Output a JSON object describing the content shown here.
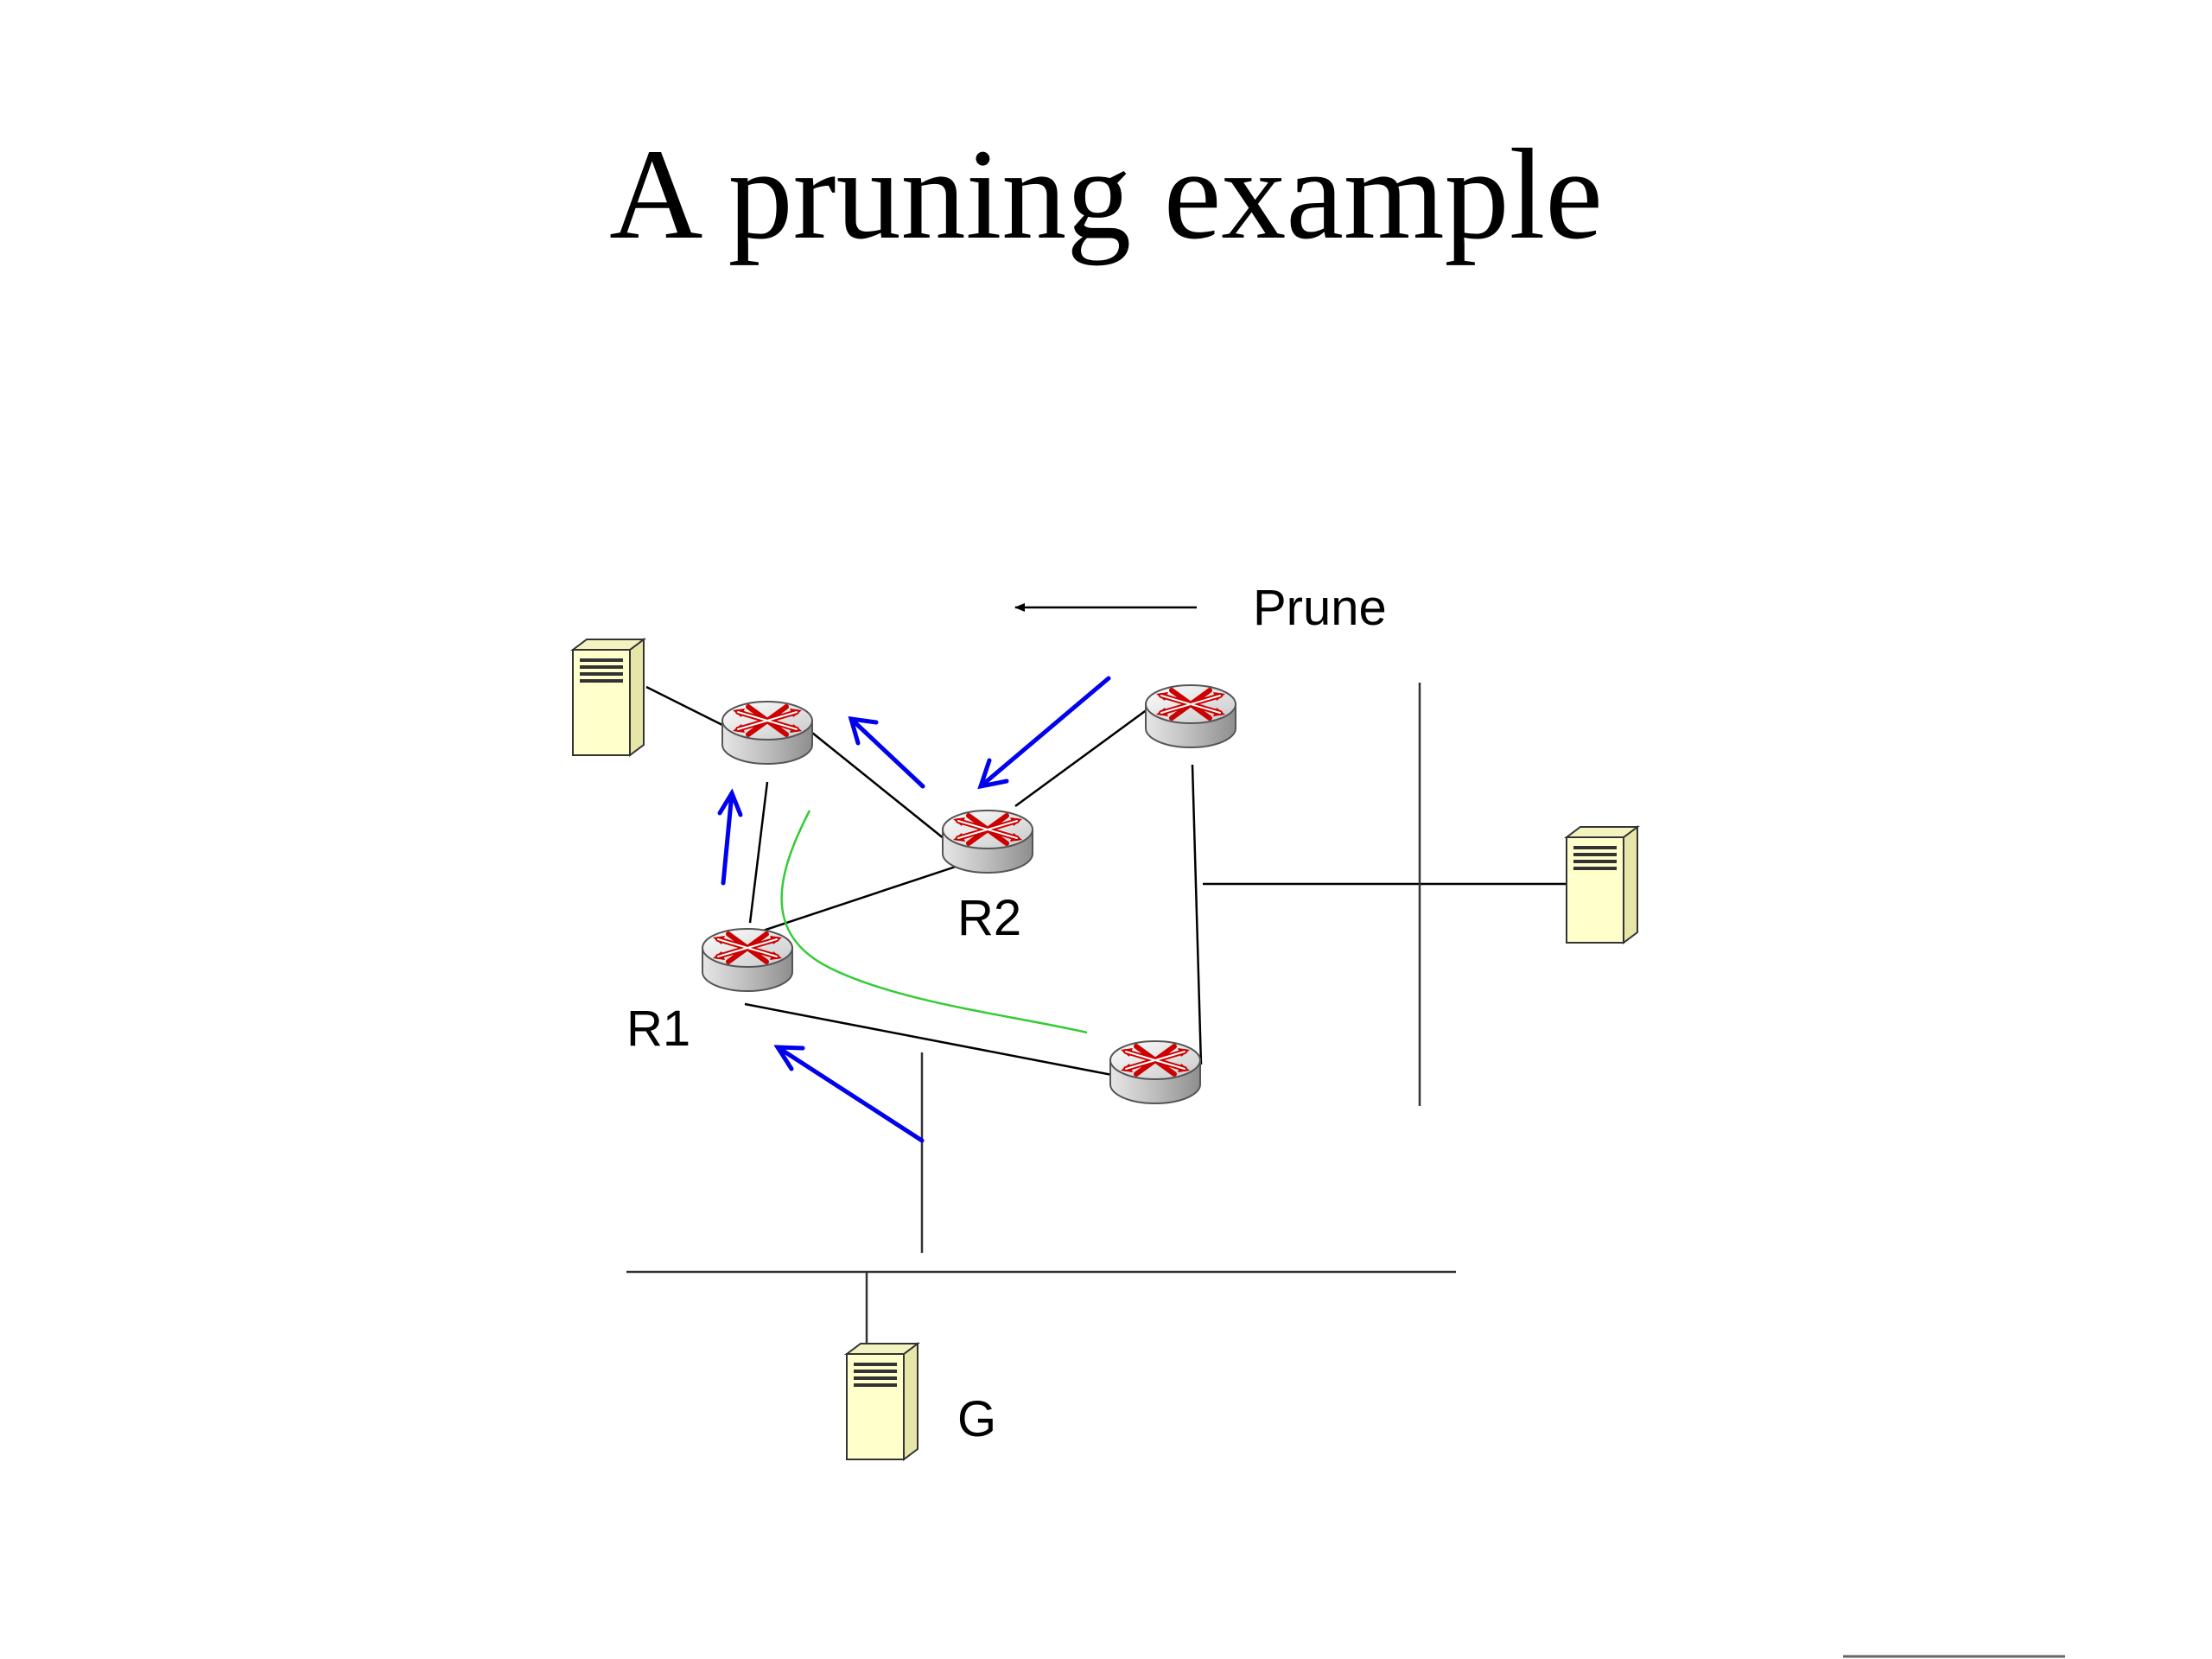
{
  "slide": {
    "title": "A pruning example"
  },
  "legend": {
    "label": "Prune",
    "arrow_color": "#000000"
  },
  "labels": {
    "r1": "R1",
    "r2": "R2",
    "g": "G"
  },
  "icons": {
    "router": "router-icon",
    "host": "server-icon"
  },
  "colors": {
    "prune_arrow": "#0000ee",
    "path_curve": "#33cc33",
    "host_fill": "#ffffcc",
    "router_arrows": "#cc0000"
  }
}
